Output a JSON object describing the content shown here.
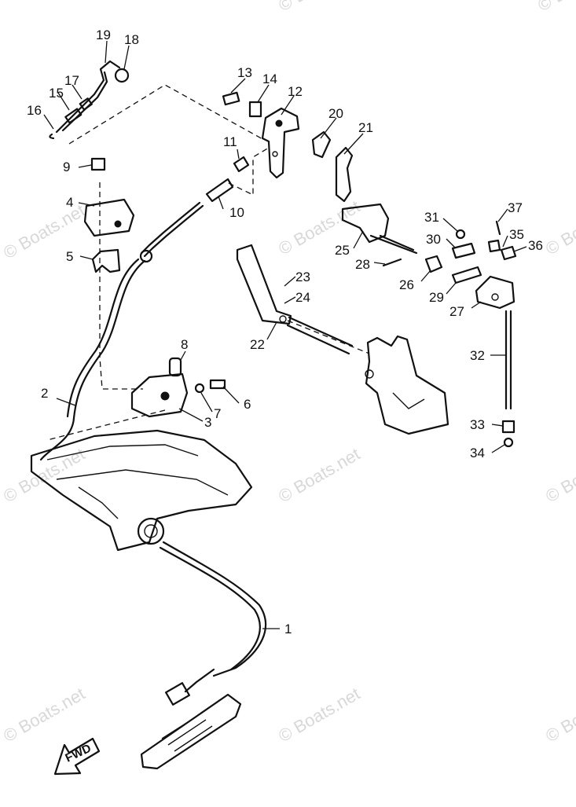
{
  "watermark": {
    "text": "© Boats.net",
    "color": "#b9b9b9"
  },
  "fwd_label": "FWD",
  "callouts": [
    {
      "id": "1",
      "label": "1"
    },
    {
      "id": "2",
      "label": "2"
    },
    {
      "id": "3",
      "label": "3"
    },
    {
      "id": "4",
      "label": "4"
    },
    {
      "id": "5",
      "label": "5"
    },
    {
      "id": "6",
      "label": "6"
    },
    {
      "id": "7",
      "label": "7"
    },
    {
      "id": "8",
      "label": "8"
    },
    {
      "id": "9",
      "label": "9"
    },
    {
      "id": "10",
      "label": "10"
    },
    {
      "id": "11",
      "label": "11"
    },
    {
      "id": "12",
      "label": "12"
    },
    {
      "id": "13",
      "label": "13"
    },
    {
      "id": "14",
      "label": "14"
    },
    {
      "id": "15",
      "label": "15"
    },
    {
      "id": "16",
      "label": "16"
    },
    {
      "id": "17",
      "label": "17"
    },
    {
      "id": "18",
      "label": "18"
    },
    {
      "id": "19",
      "label": "19"
    },
    {
      "id": "20",
      "label": "20"
    },
    {
      "id": "21",
      "label": "21"
    },
    {
      "id": "22",
      "label": "22"
    },
    {
      "id": "23",
      "label": "23"
    },
    {
      "id": "24",
      "label": "24"
    },
    {
      "id": "25",
      "label": "25"
    },
    {
      "id": "26",
      "label": "26"
    },
    {
      "id": "27",
      "label": "27"
    },
    {
      "id": "28",
      "label": "28"
    },
    {
      "id": "29",
      "label": "29"
    },
    {
      "id": "30",
      "label": "30"
    },
    {
      "id": "31",
      "label": "31"
    },
    {
      "id": "32",
      "label": "32"
    },
    {
      "id": "33",
      "label": "33"
    },
    {
      "id": "34",
      "label": "34"
    },
    {
      "id": "35",
      "label": "35"
    },
    {
      "id": "36",
      "label": "36"
    },
    {
      "id": "37",
      "label": "37"
    }
  ]
}
